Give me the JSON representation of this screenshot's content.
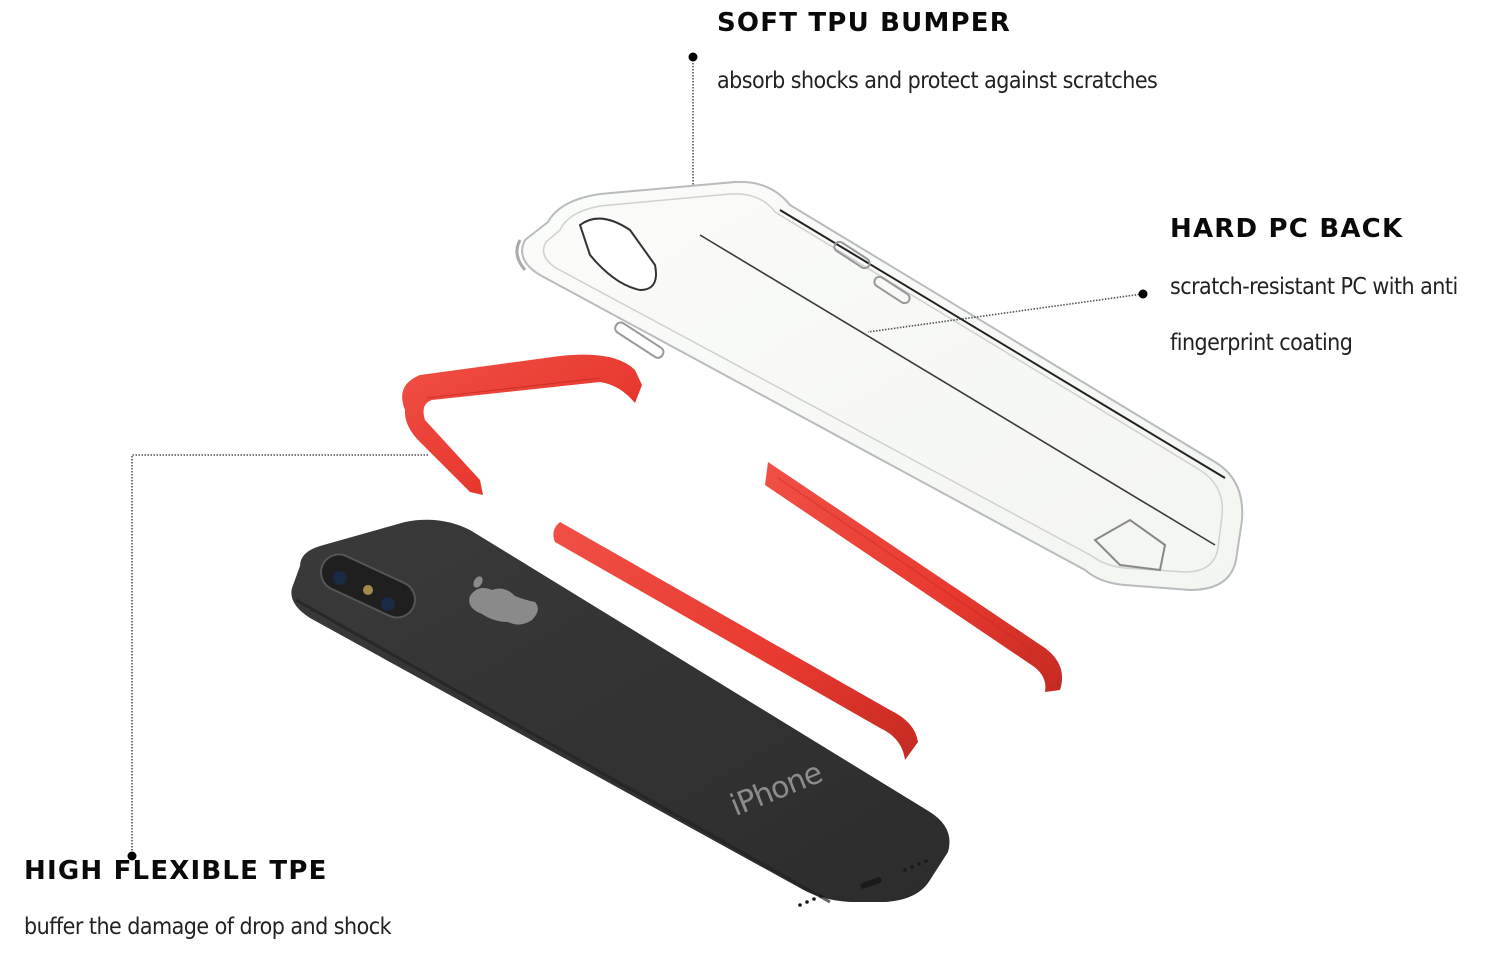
{
  "colors": {
    "background": "#ffffff",
    "text": "#111111",
    "tpe_red": "#e8392f",
    "tpe_red_light": "#f05046",
    "phone_body": "#323232",
    "clear_case_edge": "#b8bcbc",
    "leader_line": "#555555"
  },
  "callouts": {
    "soft_tpu_bumper": {
      "title": "SOFT TPU BUMPER",
      "description": "absorb shocks and protect against scratches"
    },
    "hard_pc_back": {
      "title": "HARD PC BACK",
      "description_line1": "scratch-resistant PC with anti",
      "description_line2": "fingerprint coating"
    },
    "high_flexible_tpe": {
      "title": "HIGH FLEXIBLE TPE",
      "description": "buffer the damage of drop and shock"
    }
  },
  "phone": {
    "back_label": "iPhone",
    "logo_icon": "apple-logo-icon",
    "camera_icon": "dual-camera-icon"
  }
}
